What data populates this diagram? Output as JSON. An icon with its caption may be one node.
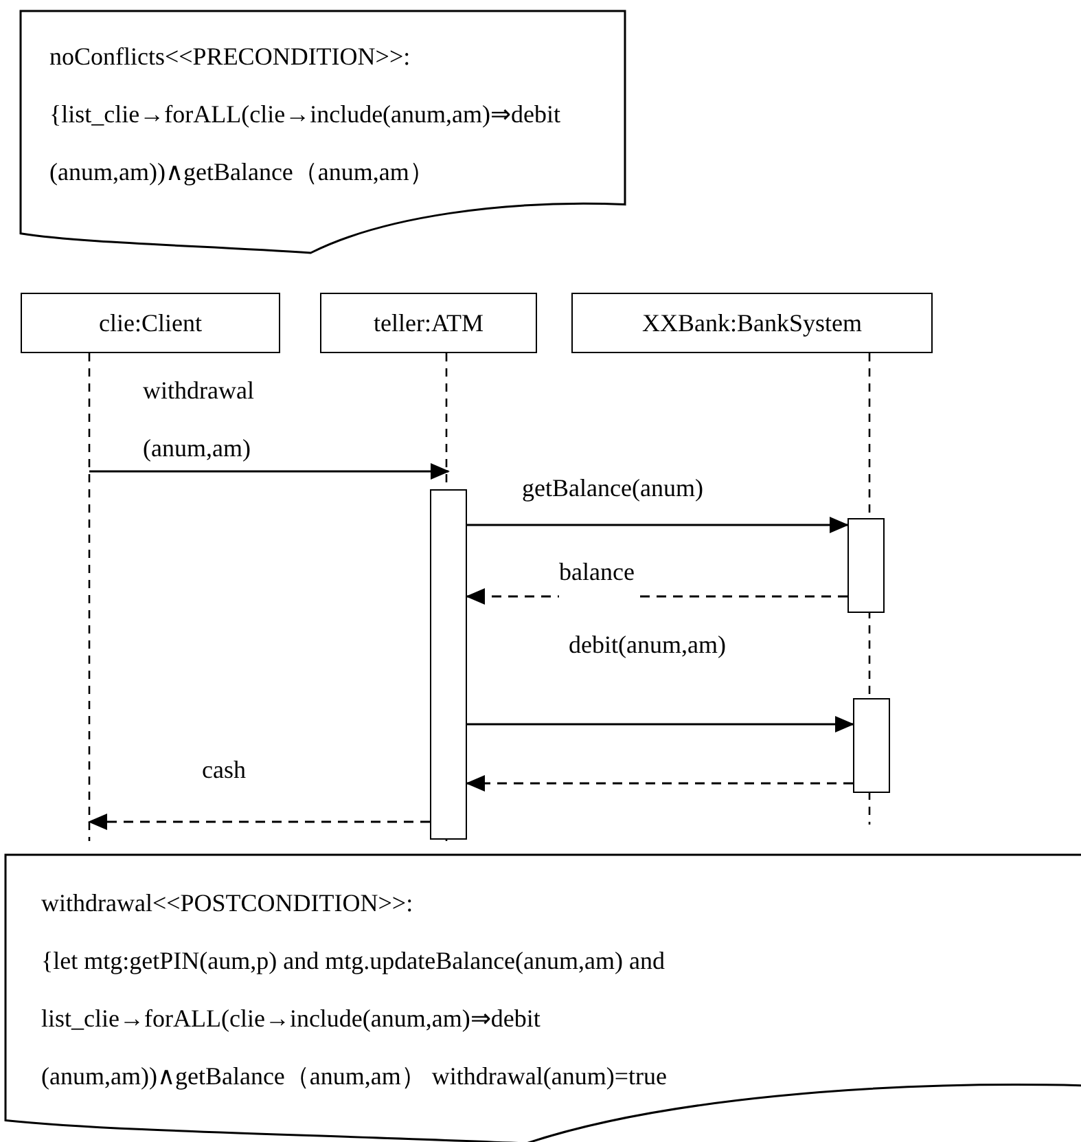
{
  "diagram": {
    "nodes": [
      {
        "text": [
          "noConflicts<<PRECONDITION>>:",
          "{list_clie→forALL(clie→include(anum,am)⇒debit (anum,am))∧getBalance（anum,am）"
        ]
      },
      {
        "text": [
          "clie:Client"
        ]
      },
      {
        "text": [
          "teller:ATM"
        ]
      },
      {
        "text": [
          "XXBank:BankSystem"
        ]
      },
      {
        "text": [],
        "shape": "bar",
        "in": 2
      },
      {
        "text": [],
        "shape": "bar",
        "in": 3
      },
      {
        "text": [],
        "shape": "bar",
        "in": 3
      },
      {
        "text": [
          "withdrawal<<POSTCONDITION>>:",
          "{let mtg:getPIN(aum,p) and mtg.updateBalance(anum,am) and list_clie→forALL(clie→include(anum,am)⇒debit (anum,am))∧getBalance（anum,am） withdrawal(anum)=true"
        ]
      }
    ],
    "edges": [
      {
        "from": 1,
        "to": 4,
        "arrow": "to",
        "label": "withdrawal (anum,am)"
      },
      {
        "from": 4,
        "to": 5,
        "arrow": "to",
        "label": "getBalance(anum)"
      },
      {
        "from": 5,
        "to": 4,
        "arrow": "to",
        "label": "balance",
        "style": "dashed"
      },
      {
        "from": 4,
        "to": 6,
        "arrow": "to",
        "label": "debit(anum,am)"
      },
      {
        "from": 6,
        "to": 4,
        "arrow": "to",
        "style": "dashed"
      },
      {
        "from": 4,
        "to": 1,
        "arrow": "to",
        "label": "cash",
        "style": "dashed"
      }
    ]
  }
}
